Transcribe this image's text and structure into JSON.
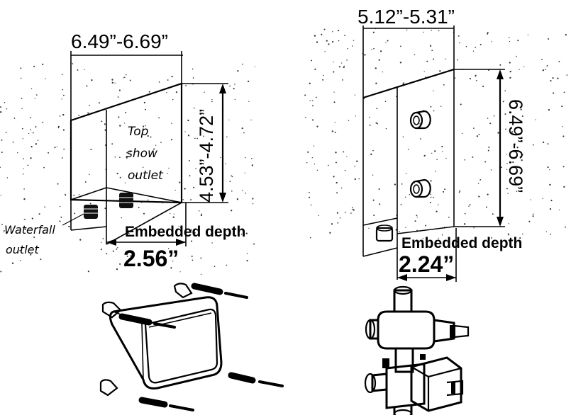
{
  "left_box": {
    "width_dim": "6.49”-6.69”",
    "height_dim": "4.53”-4.72”",
    "top_outlet_label_line1": "Top",
    "top_outlet_label_line2": "show",
    "top_outlet_label_line3": "outlet",
    "waterfall_label_line1": "Waterfall",
    "waterfall_label_line2": "outlet",
    "depth_label": "Embedded depth",
    "depth_value": "2.56”"
  },
  "right_box": {
    "width_dim": "5.12”-5.31”",
    "height_dim": "6.49”-6.69”",
    "depth_label": "Embedded depth",
    "depth_value": "2.24”"
  },
  "parts": {
    "left_part": "mounting-box-with-screws",
    "right_part": "valve-body"
  },
  "colors": {
    "line": "#000000",
    "background": "#ffffff",
    "speckle": "#333333"
  }
}
